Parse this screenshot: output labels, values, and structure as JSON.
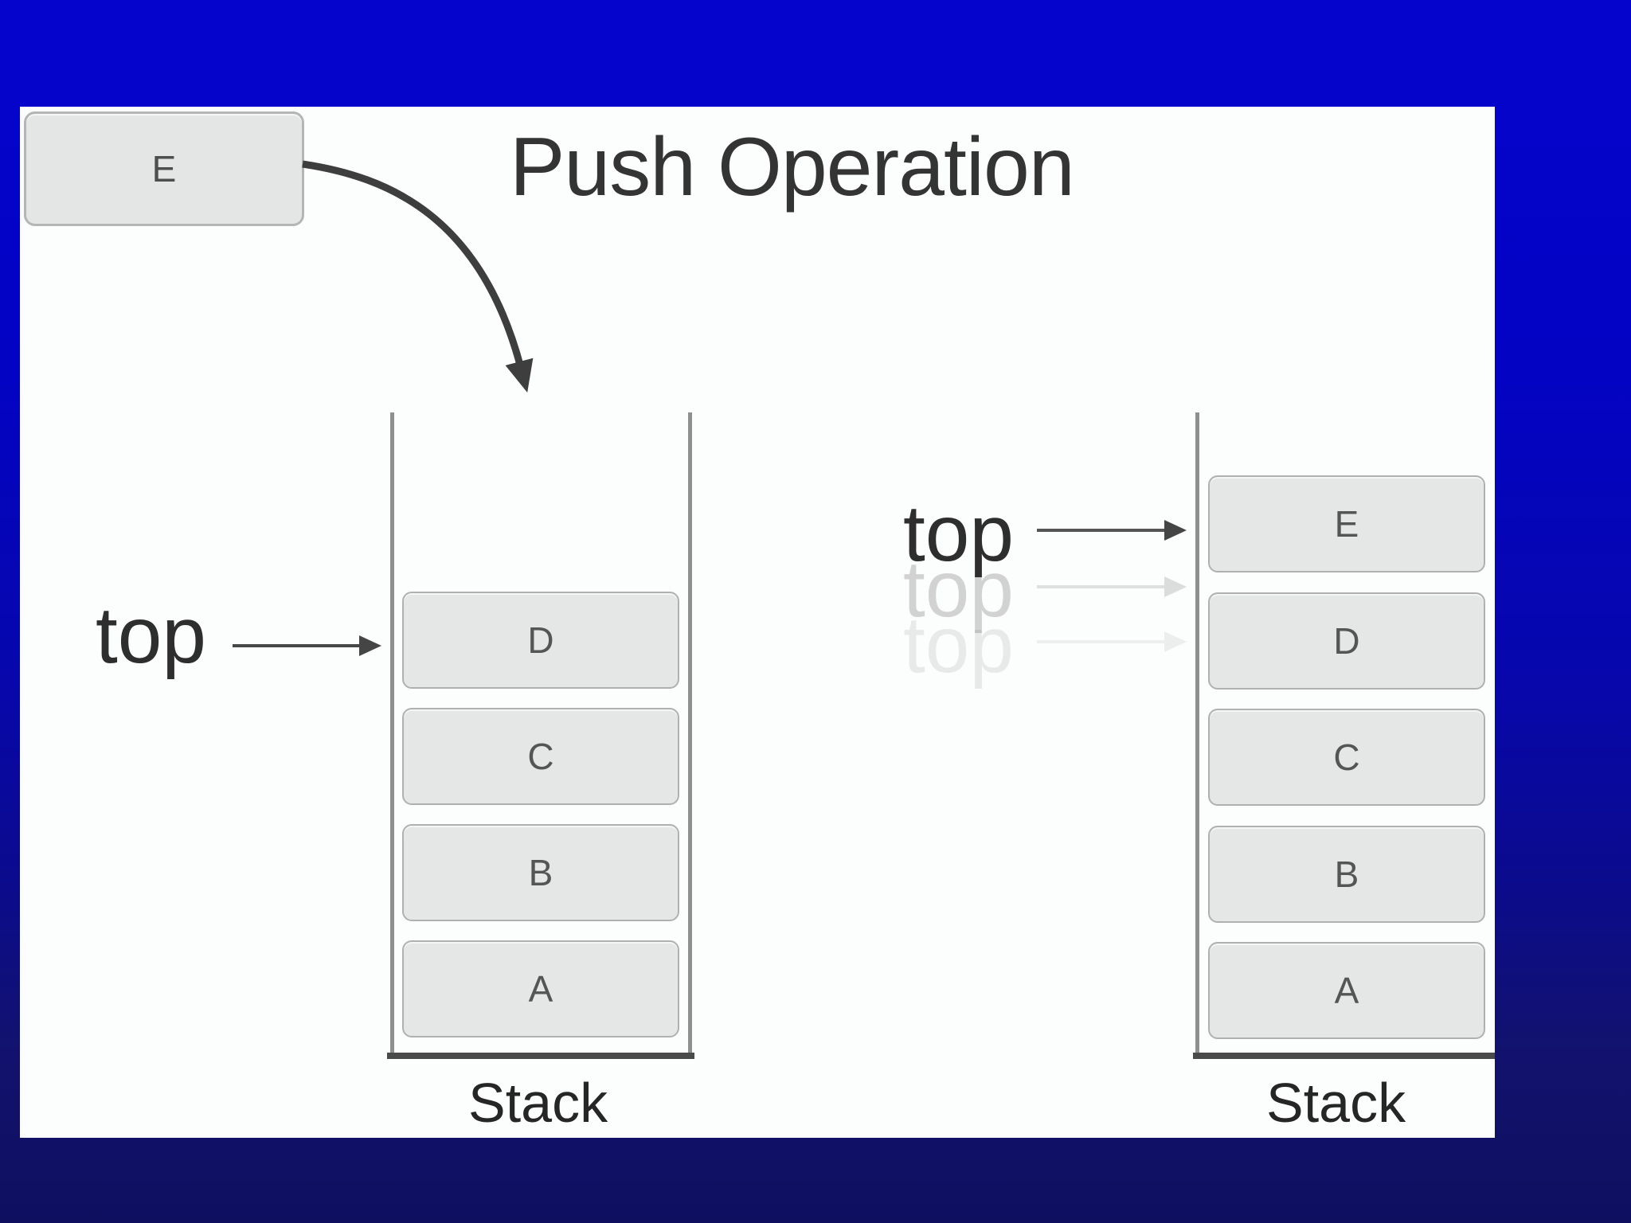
{
  "title": "Push Operation",
  "incoming_item": {
    "label": "E"
  },
  "left_stack": {
    "top_label": "top",
    "caption": "Stack",
    "items": [
      "D",
      "C",
      "B",
      "A"
    ]
  },
  "right_stack": {
    "top_label": "top",
    "caption": "Stack",
    "items": [
      "E",
      "D",
      "C",
      "B",
      "A"
    ]
  },
  "icons": {
    "push_arrow": "curved-push-arrow-icon",
    "top_pointer": "top-pointer-arrow-icon"
  },
  "colors": {
    "background_top": "#0404cd",
    "background_bottom": "#0f0f60",
    "panel": "#fcfdfd",
    "box_fill": "#e5e7e7",
    "box_border": "#b0b0b0",
    "wall": "#8f8f8f",
    "floor": "#4a4a4a",
    "arrow": "#3e3e3e",
    "text": "#343434"
  }
}
